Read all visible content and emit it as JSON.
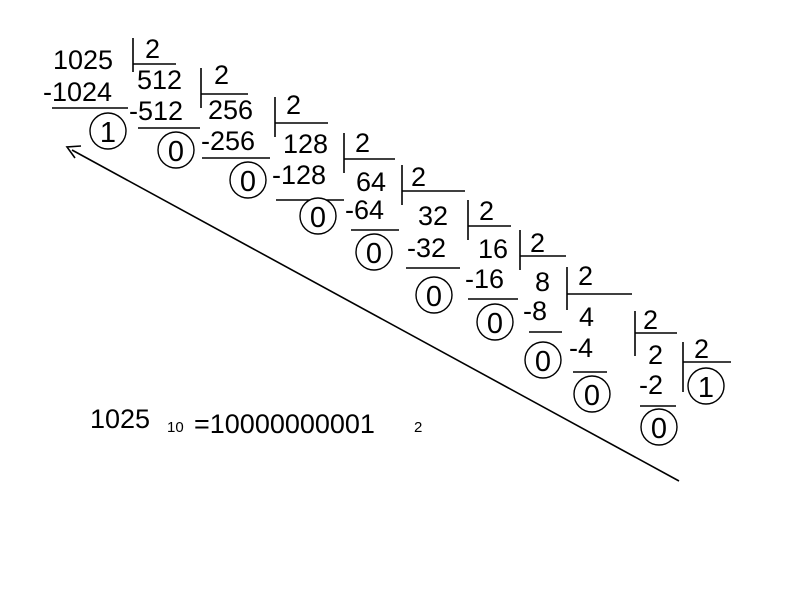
{
  "division": {
    "divisor": "2",
    "quotients": [
      "1025",
      "512",
      "256",
      "128",
      "64",
      "32",
      "16",
      "8",
      "4",
      "2"
    ],
    "subtrahends": [
      "-1024",
      "-512",
      "-256",
      "-128",
      "-64",
      "-32",
      "-16",
      "-8",
      "-4",
      "-2"
    ],
    "remainders": [
      "1",
      "0",
      "0",
      "0",
      "0",
      "0",
      "0",
      "0",
      "0",
      "0"
    ],
    "last_quotient": "1"
  },
  "result": {
    "decimal": "1025",
    "decimal_base": "10",
    "equals_binary": "=10000000001",
    "binary_base": "2"
  }
}
